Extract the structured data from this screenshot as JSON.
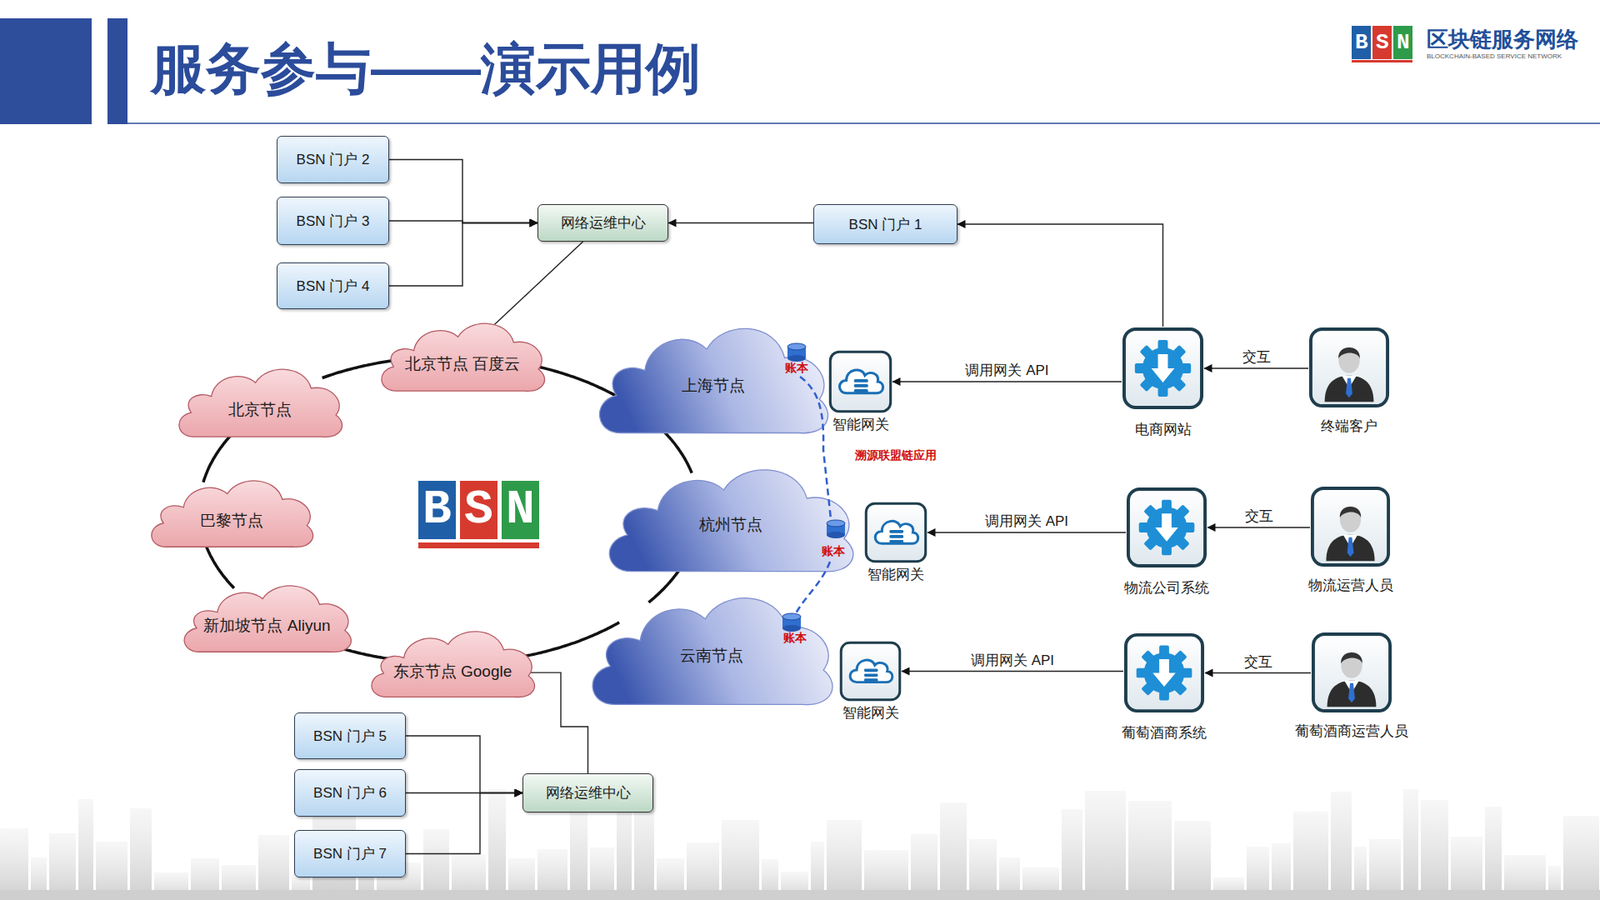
{
  "diagram": {
    "title": "服务参与——演示用例",
    "nodes": [
      {
        "text": [
          "BSN 门户 2"
        ]
      },
      {
        "text": [
          "BSN 门户 3"
        ]
      },
      {
        "text": [
          "BSN 门户 4"
        ]
      },
      {
        "text": [
          "网络运维中心"
        ]
      },
      {
        "text": [
          "BSN 门户 1"
        ]
      },
      {
        "text": [
          "北京节点 百度云"
        ]
      },
      {
        "text": [
          "上海节点"
        ]
      },
      {
        "text": [
          "智能网关"
        ]
      },
      {
        "text": [
          "电商网站"
        ]
      },
      {
        "text": [
          "终端客户"
        ]
      },
      {
        "text": [
          "北京节点"
        ]
      },
      {
        "text": [
          "巴黎节点"
        ]
      },
      {
        "text": [
          "杭州节点"
        ]
      },
      {
        "text": [
          "智能网关"
        ]
      },
      {
        "text": [
          "物流公司系统"
        ]
      },
      {
        "text": [
          "物流运营人员"
        ]
      },
      {
        "text": [
          "新加坡节点 Aliyun"
        ]
      },
      {
        "text": [
          "东京节点 Google"
        ]
      },
      {
        "text": [
          "云南节点"
        ]
      },
      {
        "text": [
          "智能网关"
        ]
      },
      {
        "text": [
          "葡萄酒商系统"
        ]
      },
      {
        "text": [
          "葡萄酒商运营人员"
        ]
      },
      {
        "text": [
          "BSN 门户 5"
        ]
      },
      {
        "text": [
          "网络运维中心"
        ]
      },
      {
        "text": [
          "BSN 门户 6"
        ]
      },
      {
        "text": [
          "BSN 门户 7"
        ]
      }
    ],
    "edges": [
      {
        "from": 0,
        "to": 3,
        "arrow": "to"
      },
      {
        "from": 1,
        "to": 3,
        "arrow": "to"
      },
      {
        "from": 2,
        "to": 3,
        "arrow": "to"
      },
      {
        "from": 4,
        "to": 3,
        "arrow": "to"
      },
      {
        "from": 8,
        "to": 4,
        "arrow": "to"
      },
      {
        "from": 3,
        "to": 5,
        "arrow": "none"
      },
      {
        "from": 9,
        "to": 8,
        "label": "交互",
        "arrow": "to"
      },
      {
        "from": 8,
        "to": 7,
        "label": "调用网关 API",
        "arrow": "to"
      },
      {
        "from": 15,
        "to": 14,
        "label": "交互",
        "arrow": "to"
      },
      {
        "from": 14,
        "to": 13,
        "label": "调用网关 API",
        "arrow": "to"
      },
      {
        "from": 21,
        "to": 20,
        "label": "交互",
        "arrow": "to"
      },
      {
        "from": 20,
        "to": 19,
        "label": "调用网关 API",
        "arrow": "to"
      },
      {
        "from": 22,
        "to": 23,
        "arrow": "to"
      },
      {
        "from": 24,
        "to": 23,
        "arrow": "to"
      },
      {
        "from": 25,
        "to": 23,
        "arrow": "to"
      },
      {
        "from": 17,
        "to": 23,
        "arrow": "none"
      },
      {
        "from": 10,
        "to": 5,
        "arrow": "none"
      },
      {
        "from": 5,
        "to": 6,
        "arrow": "none"
      },
      {
        "from": 6,
        "to": 12,
        "arrow": "none"
      },
      {
        "from": 12,
        "to": 18,
        "arrow": "none"
      },
      {
        "from": 18,
        "to": 17,
        "arrow": "none"
      },
      {
        "from": 17,
        "to": 16,
        "arrow": "none"
      },
      {
        "from": 16,
        "to": 11,
        "arrow": "none"
      },
      {
        "from": 11,
        "to": 10,
        "arrow": "none"
      }
    ],
    "labels": [
      "BSN",
      "区块链服务网络",
      "BLOCKCHAIN-BASED SERVICE NETWORK",
      "BSN",
      "账本",
      "账本",
      "账本",
      "溯源联盟链应用"
    ]
  }
}
